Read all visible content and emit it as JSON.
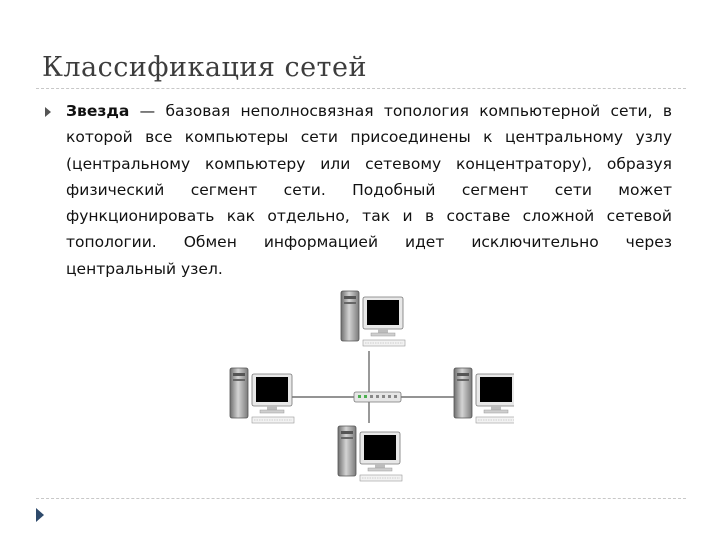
{
  "slide": {
    "title": "Классификация сетей",
    "term": "Звезда",
    "dash": " — ",
    "definition": "базовая неполносвязная топология компьютерной сети, в которой все компьютеры сети присоединены к центральному узлу (центральному компьютеру или сетевому концентратору), образуя физический сегмент сети. Подобный сегмент сети может функционировать как отдельно, так и в составе сложной сетевой топологии. Обмен информацией идет исключительно через центральный узел."
  },
  "diagram": {
    "topology": "star",
    "nodes": [
      "computer-top",
      "computer-left",
      "computer-right",
      "computer-bottom"
    ],
    "hub": "network-hub",
    "colors": {
      "tower": "#9a9a9a",
      "screen": "#000000",
      "link": "#555555",
      "hub": "#e6e6e6"
    }
  },
  "icons": {
    "bullet": "triangle-bullet-icon",
    "navigation": "next-slide-arrow-icon"
  }
}
